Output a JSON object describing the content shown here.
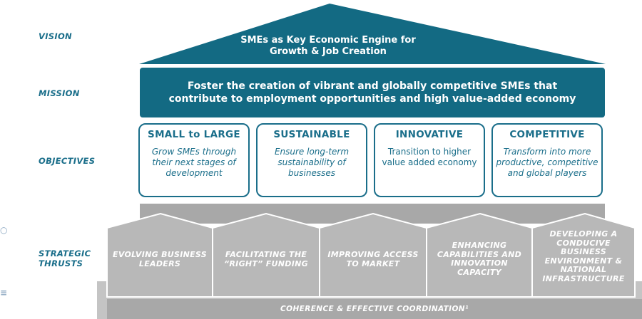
{
  "labels": {
    "vision": "VISION",
    "mission": "MISSION",
    "objectives": "OBJECTIVES",
    "strategic_thrusts": "STRATEGIC THRUSTS"
  },
  "vision": {
    "line1": "SMEs as Key Economic Engine for",
    "line2": "Growth & Job Creation"
  },
  "mission": {
    "line1": "Foster the creation of vibrant and globally competitive SMEs  that",
    "line2": "contribute to employment opportunities and high value-added economy"
  },
  "objectives": [
    {
      "title": "SMALL to LARGE",
      "desc": "Grow SMEs through their next stages of development"
    },
    {
      "title": "SUSTAINABLE",
      "desc": "Ensure long-term sustainability of businesses"
    },
    {
      "title": "INNOVATIVE",
      "desc": "Transition to higher value added economy"
    },
    {
      "title": "COMPETITIVE",
      "desc": "Transform into more productive, competitive and global players"
    }
  ],
  "thrusts": [
    {
      "label": "EVOLVING BUSINESS LEADERS"
    },
    {
      "label": "FACILITATING THE “RIGHT” FUNDING"
    },
    {
      "label": "IMPROVING ACCESS TO MARKET"
    },
    {
      "label": "ENHANCING CAPABILITIES AND INNOVATION CAPACITY"
    },
    {
      "label": "DEVELOPING A CONDUCIVE BUSINESS ENVIRONMENT & NATIONAL INFRASTRUCTURE"
    }
  ],
  "base": "COHERENCE & EFFECTIVE COORDINATION¹",
  "colors": {
    "teal": "#136a83",
    "gray": "#a8a8a8",
    "label": "#1a6e8a"
  }
}
